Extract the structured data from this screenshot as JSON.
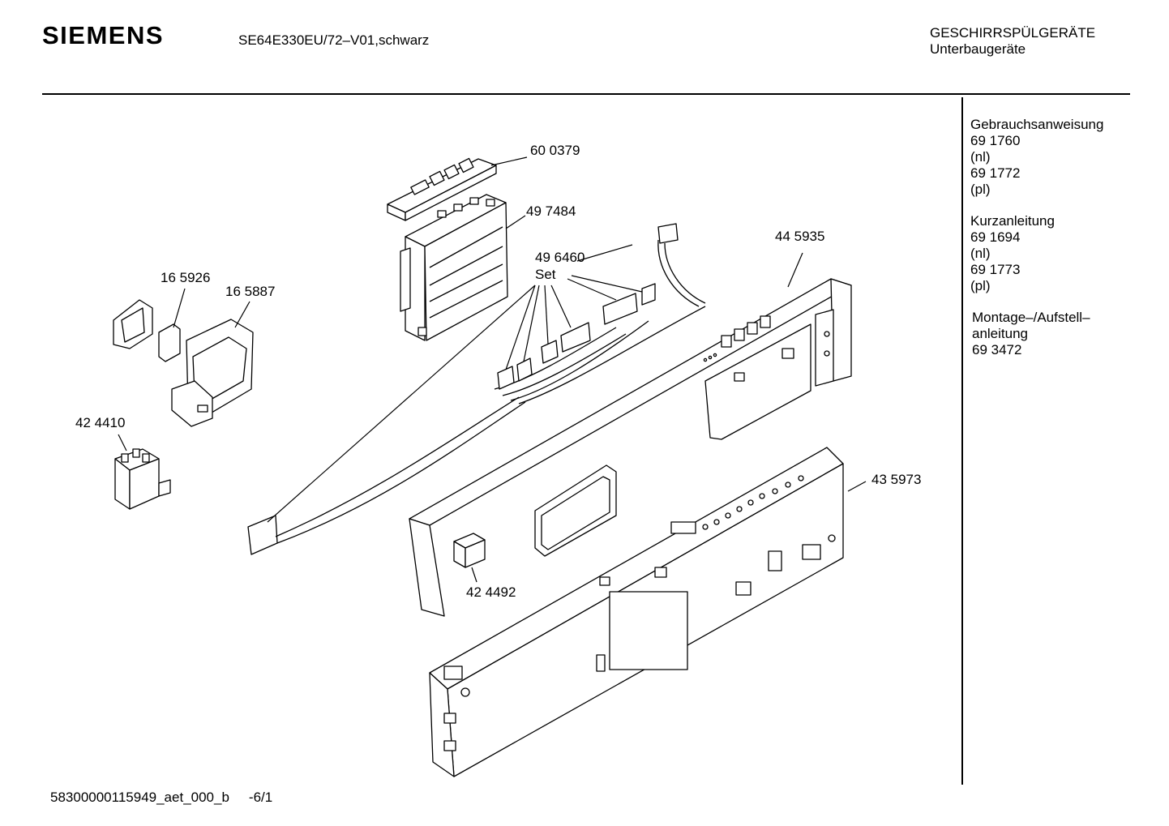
{
  "header": {
    "brand": "SIEMENS",
    "model": "SE64E330EU/72–V01,schwarz",
    "category": "GESCHIRRSPÜLGERÄTE",
    "subcategory": "Unterbaugeräte"
  },
  "sidebar": {
    "groups": [
      {
        "title": "Gebrauchsanweisung",
        "lines": [
          "69 1760",
          "(nl)",
          "69 1772",
          "(pl)"
        ]
      },
      {
        "title": "Kurzanleitung",
        "lines": [
          "69 1694",
          "(nl)",
          "69 1773",
          "(pl)"
        ]
      },
      {
        "title": "Montage–/Aufstell–",
        "lines": [
          "anleitung",
          "69 3472"
        ]
      }
    ]
  },
  "parts": {
    "p600379": "60 0379",
    "p497484": "49 7484",
    "p496460": "49 6460",
    "set": "Set",
    "p445935": "44 5935",
    "p165926": "16 5926",
    "p165887": "16 5887",
    "p424410": "42 4410",
    "p435973": "43 5973",
    "p424492": "42 4492"
  },
  "footer": {
    "doc_id": "58300000115949_aet_000_b",
    "page": "-6/1"
  }
}
